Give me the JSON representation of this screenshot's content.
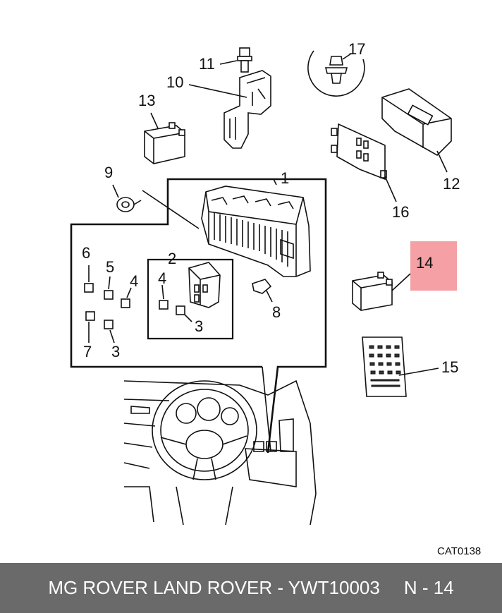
{
  "diagram": {
    "labels": {
      "p1": "1",
      "p2": "2",
      "p3a": "3",
      "p3b": "3",
      "p4a": "4",
      "p4b": "4",
      "p5": "5",
      "p6": "6",
      "p7": "7",
      "p8": "8",
      "p9": "9",
      "p10": "10",
      "p11": "11",
      "p12": "12",
      "p13": "13",
      "p14": "14",
      "p15": "15",
      "p16": "16",
      "p17": "17"
    },
    "highlight": {
      "label": "14",
      "color": "#f4a0a4"
    },
    "catalog_code": "CAT0138"
  },
  "footer": {
    "part_title": "MG ROVER LAND ROVER - YWT10003",
    "page_ref": "N - 14",
    "background": "#6a6a6a"
  }
}
